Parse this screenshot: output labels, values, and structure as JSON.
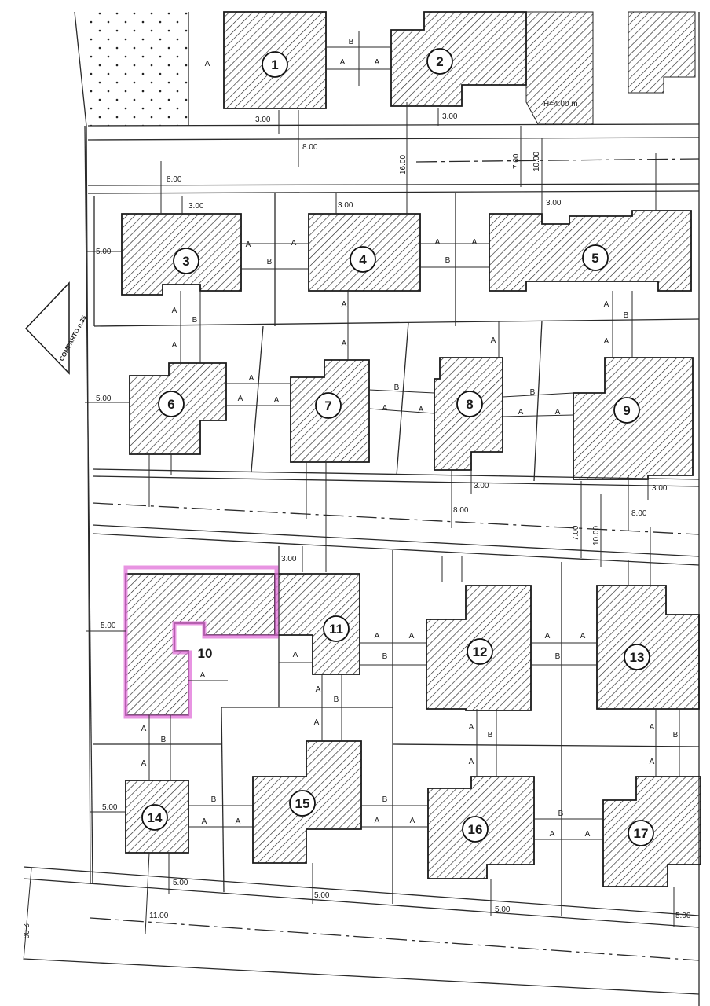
{
  "lots": [
    {
      "number": "1"
    },
    {
      "number": "2"
    },
    {
      "number": "3"
    },
    {
      "number": "4"
    },
    {
      "number": "5"
    },
    {
      "number": "6"
    },
    {
      "number": "7"
    },
    {
      "number": "8"
    },
    {
      "number": "9"
    },
    {
      "number": "10"
    },
    {
      "number": "11"
    },
    {
      "number": "12"
    },
    {
      "number": "13"
    },
    {
      "number": "14"
    },
    {
      "number": "15"
    },
    {
      "number": "16"
    },
    {
      "number": "17"
    }
  ],
  "sector_label": "COMPARTO n.35",
  "height_note": "H=4.00 m",
  "dimensions": [
    "3.00",
    "3.00",
    "8.00",
    "16.00",
    "7.00",
    "10.00",
    "8.00",
    "3.00",
    "3.00",
    "3.00",
    "5.00",
    "5.00",
    "3.00",
    "3.00",
    "8.00",
    "7.00",
    "10.00",
    "8.00",
    "3.00",
    "5.00",
    "5.00",
    "5.00",
    "5.00",
    "5.00",
    "5.00",
    "11.00",
    "2.00"
  ],
  "spacing_labels": [
    "A",
    "B"
  ],
  "colors": {
    "hatch": "#222222",
    "line": "#2a2a2a",
    "highlight": "#e070d8",
    "paper": "#ffffff"
  }
}
